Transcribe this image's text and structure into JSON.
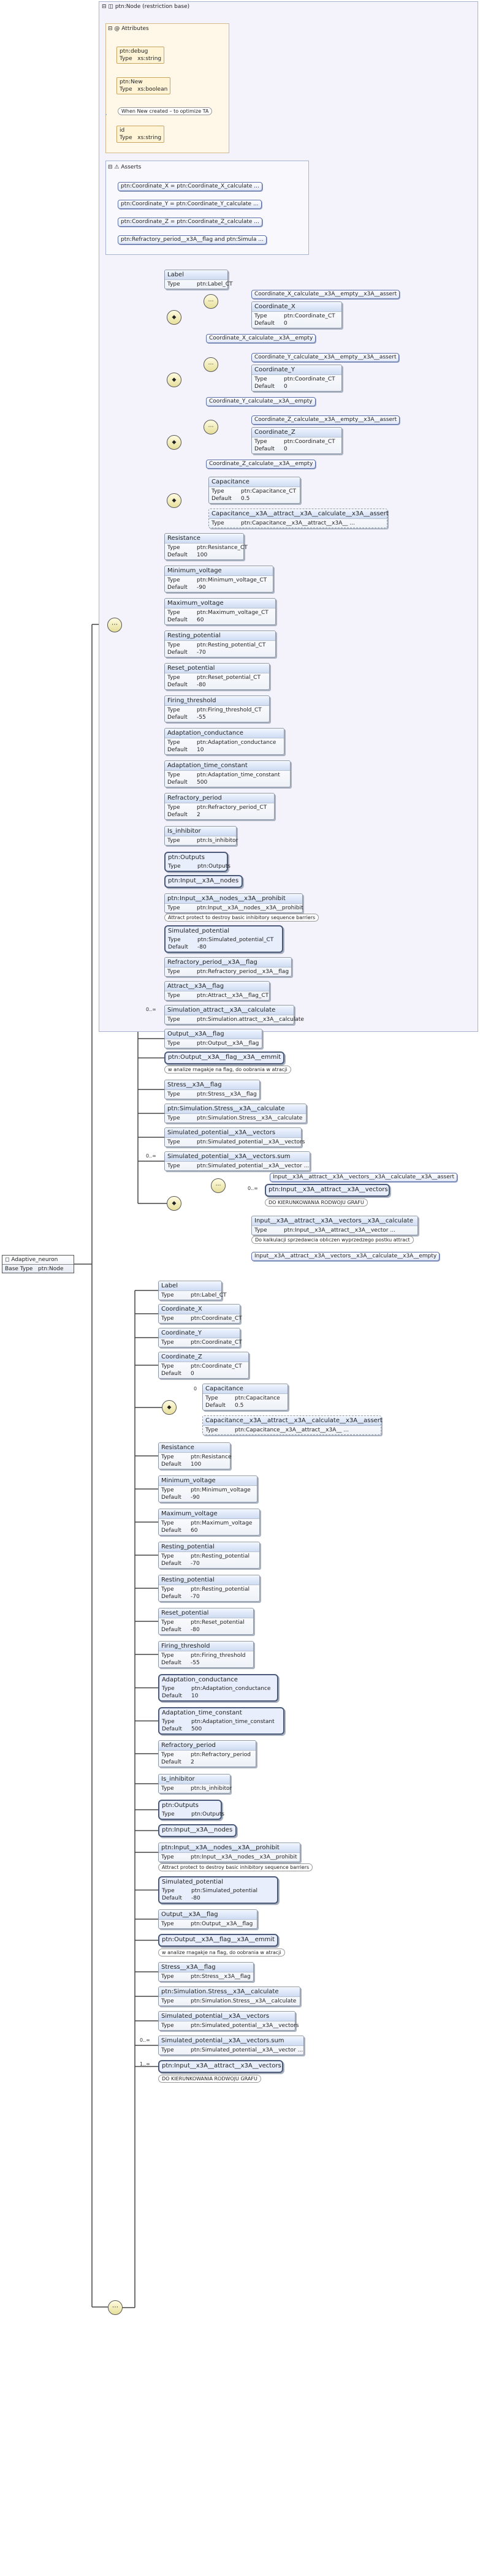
{
  "root": {
    "name": "Adaptive_neuron",
    "base_label": "Base Type",
    "base_value": "ptn:Node"
  },
  "panel_title": "ptn:Node (restriction base)",
  "attributes": {
    "title": "Attributes",
    "items": [
      {
        "name": "ptn:debug",
        "type_label": "Type",
        "type": "xs:string"
      },
      {
        "name": "ptn:New",
        "type_label": "Type",
        "type": "xs:boolean",
        "note": "When New created – to optimize TA"
      },
      {
        "name": "id",
        "type_label": "Type",
        "type": "xs:string"
      }
    ]
  },
  "asserts": {
    "title": "Asserts",
    "items": [
      "ptn:Coordinate_X = ptn:Coordinate_X_calculate ...",
      "ptn:Coordinate_Y = ptn:Coordinate_Y_calculate ...",
      "ptn:Coordinate_Z = ptn:Coordinate_Z_calculate ...",
      "ptn:Refractory_period__x3A__flag and ptn:Simula ..."
    ]
  },
  "upper": {
    "label": {
      "name": "Label",
      "type": "ptn:Label_CT"
    },
    "coordX_assert": "Coordinate_X_calculate__x3A__empty__x3A__assert",
    "coordX": {
      "name": "Coordinate_X",
      "type": "ptn:Coordinate_CT",
      "default": "0"
    },
    "coordX_empty": "Coordinate_X_calculate__x3A__empty",
    "coordY_assert": "Coordinate_Y_calculate__x3A__empty__x3A__assert",
    "coordY": {
      "name": "Coordinate_Y",
      "type": "ptn:Coordinate_CT",
      "default": "0"
    },
    "coordY_empty": "Coordinate_Y_calculate__x3A__empty",
    "coordZ_assert": "Coordinate_Z_calculate__x3A__empty__x3A__assert",
    "coordZ": {
      "name": "Coordinate_Z",
      "type": "ptn:Coordinate_CT",
      "default": "0"
    },
    "coordZ_empty": "Coordinate_Z_calculate__x3A__empty",
    "capacitance": {
      "name": "Capacitance",
      "type": "ptn:Capacitance_CT",
      "default": "0.5"
    },
    "cap_assert": {
      "name": "Capacitance__x3A__attract__x3A__calculate__x3A__assert",
      "type": "ptn:Capacitance__x3A__attract__x3A__ ..."
    },
    "resistance": {
      "name": "Resistance",
      "type": "ptn:Resistance_CT",
      "default": "100"
    },
    "minv": {
      "name": "Minimum_voltage",
      "type": "ptn:Minimum_voltage_CT",
      "default": "-90"
    },
    "maxv": {
      "name": "Maximum_voltage",
      "type": "ptn:Maximum_voltage_CT",
      "default": "60"
    },
    "restp": {
      "name": "Resting_potential",
      "type": "ptn:Resting_potential_CT",
      "default": "-70"
    },
    "resetp": {
      "name": "Reset_potential",
      "type": "ptn:Reset_potential_CT",
      "default": "-80"
    },
    "firing": {
      "name": "Firing_threshold",
      "type": "ptn:Firing_threshold_CT",
      "default": "-55"
    },
    "adapc": {
      "name": "Adaptation_conductance",
      "type": "ptn:Adaptation_conductance",
      "default": "10"
    },
    "adapt": {
      "name": "Adaptation_time_constant",
      "type": "ptn:Adaptation_time_constant",
      "default": "500"
    },
    "refr": {
      "name": "Refractory_period",
      "type": "ptn:Refractory_period_CT",
      "default": "2"
    },
    "inhib": {
      "name": "Is_inhibitor",
      "type": "ptn:Is_inhibitor"
    },
    "outputs": {
      "name": "ptn:Outputs",
      "type": "ptn:Outputs"
    },
    "input_nodes": "ptn:Input__x3A__nodes",
    "prohib": {
      "name": "ptn:Input__x3A__nodes__x3A__prohibit",
      "type": "ptn:Input__x3A__nodes__x3A__prohibit"
    },
    "prohib_note": "Attract protect to destroy basic inhibitory sequence barriers",
    "simp": {
      "name": "Simulated_potential",
      "type": "ptn:Simulated_potential_CT",
      "default": "-80"
    },
    "refrflag": {
      "name": "Refractory_period__x3A__flag",
      "type": "ptn:Refractory_period__x3A__flag"
    },
    "attrflag": {
      "name": "Attract__x3A__flag",
      "type": "ptn:Attract__x3A__flag_CT"
    },
    "simattr": {
      "name": "Simulation_attract__x3A__calculate",
      "type": "ptn:Simulation.attract__x3A__calculate"
    },
    "simattr_card": "0..∞",
    "outflag": {
      "name": "Output__x3A__flag",
      "type": "ptn:Output__x3A__flag"
    },
    "outempty": "ptn:Output__x3A__flag__x3A__emmit",
    "outempty_note": "w analize rnagakje na flag, do oobrania w atracji",
    "stressflag": {
      "name": "Stress__x3A__flag",
      "type": "ptn:Stress__x3A__flag"
    },
    "simstress": {
      "name": "ptn:Simulation.Stress__x3A__calculate",
      "type": "ptn:Simulation.Stress__x3A__calculate"
    },
    "simpv": {
      "name": "Simulated_potential__x3A__vectors",
      "type": "ptn:Simulated_potential__x3A__vectors"
    },
    "simpsum": {
      "name": "Simulated_potential__x3A__vectors.sum",
      "type": "ptn:Simulated_potential__x3A__vector ..."
    },
    "simpsum_card": "0..∞",
    "inattr_assert": "Input__x3A__attract__x3A__vectors__x3A__calculate__x3A__assert",
    "inattr": "ptn:Input__x3A__attract__x3A__vectors",
    "inattr_card": "0..∞",
    "inattr_note": "DO KIERUNKOWANIA RODWOJU GRAFU",
    "inattrcalc": {
      "name": "Input__x3A__attract__x3A__vectors__x3A__calculate",
      "type": "ptn:Input__x3A__attract__x3A__vector ..."
    },
    "inattrcalc_note": "Do kalkulacji sprzedawcia obliczen wyprzedzego postku attract",
    "inattrempty": "Input__x3A__attract__x3A__vectors__x3A__calculate__x3A__empty"
  },
  "lower": {
    "label": {
      "name": "Label",
      "type": "ptn:Label_CT"
    },
    "coordX": {
      "name": "Coordinate_X",
      "type": "ptn:Coordinate_CT"
    },
    "coordY": {
      "name": "Coordinate_Y",
      "type": "ptn:Coordinate_CT"
    },
    "coordZ": {
      "name": "Coordinate_Z",
      "type": "ptn:Coordinate_CT",
      "default": "0"
    },
    "capacitance": {
      "name": "Capacitance",
      "type": "ptn:Capacitance",
      "default": "0.5"
    },
    "cap_card": "0",
    "cap_assert": {
      "name": "Capacitance__x3A__attract__x3A__calculate__x3A__assert",
      "type": "ptn:Capacitance__x3A__attract__x3A__ ..."
    },
    "resistance": {
      "name": "Resistance",
      "type": "ptn:Resistance",
      "default": "100"
    },
    "minv": {
      "name": "Minimum_voltage",
      "type": "ptn:Minimum_voltage",
      "default": "-90"
    },
    "maxv": {
      "name": "Maximum_voltage",
      "type": "ptn:Maximum_voltage",
      "default": "60"
    },
    "restp": {
      "name": "Resting_potential",
      "type": "ptn:Resting_potential",
      "default": "-70"
    },
    "restp2": {
      "name": "Resting_potential",
      "type": "ptn:Resting_potential",
      "default": "-70"
    },
    "resetp": {
      "name": "Reset_potential",
      "type": "ptn:Reset_potential",
      "default": "-80"
    },
    "firing": {
      "name": "Firing_threshold",
      "type": "ptn:Firing_threshold",
      "default": "-55"
    },
    "adapc": {
      "name": "Adaptation_conductance",
      "type": "ptn:Adaptation_conductance",
      "default": "10"
    },
    "adapt": {
      "name": "Adaptation_time_constant",
      "type": "ptn:Adaptation_time_constant",
      "default": "500"
    },
    "refr": {
      "name": "Refractory_period",
      "type": "ptn:Refractory_period",
      "default": "2"
    },
    "inhib": {
      "name": "Is_inhibitor",
      "type": "ptn:Is_inhibitor"
    },
    "outputs": {
      "name": "ptn:Outputs",
      "type": "ptn:Outputs"
    },
    "input_nodes": "ptn:Input__x3A__nodes",
    "prohib": {
      "name": "ptn:Input__x3A__nodes__x3A__prohibit",
      "type": "ptn:Input__x3A__nodes__x3A__prohibit"
    },
    "prohib_note": "Attract protect to destroy basic inhibitory sequence barriers",
    "simp": {
      "name": "Simulated_potential",
      "type": "ptn:Simulated_potential",
      "default": "-80"
    },
    "outflag": {
      "name": "Output__x3A__flag",
      "type": "ptn:Output__x3A__flag"
    },
    "outempty": "ptn:Output__x3A__flag__x3A__emmit",
    "outempty_note": "w analize rnagakje na flag, do oobrania w atracji",
    "stressflag": {
      "name": "Stress__x3A__flag",
      "type": "ptn:Stress__x3A__flag"
    },
    "simstress": {
      "name": "ptn:Simulation.Stress__x3A__calculate",
      "type": "ptn:Simulation.Stress__x3A__calculate"
    },
    "simpv": {
      "name": "Simulated_potential__x3A__vectors",
      "type": "ptn:Simulated_potential__x3A__vectors"
    },
    "simpsum": {
      "name": "Simulated_potential__x3A__vectors.sum",
      "type": "ptn:Simulated_potential__x3A__vector ..."
    },
    "simpsum_card": "0..∞",
    "inattr": "ptn:Input__x3A__attract__x3A__vectors",
    "inattr_card": "1..∞",
    "inattr_note": "DO KIERUNKOWANIA RODWOJU GRAFU"
  },
  "labels": {
    "type": "Type",
    "default": "Default"
  }
}
